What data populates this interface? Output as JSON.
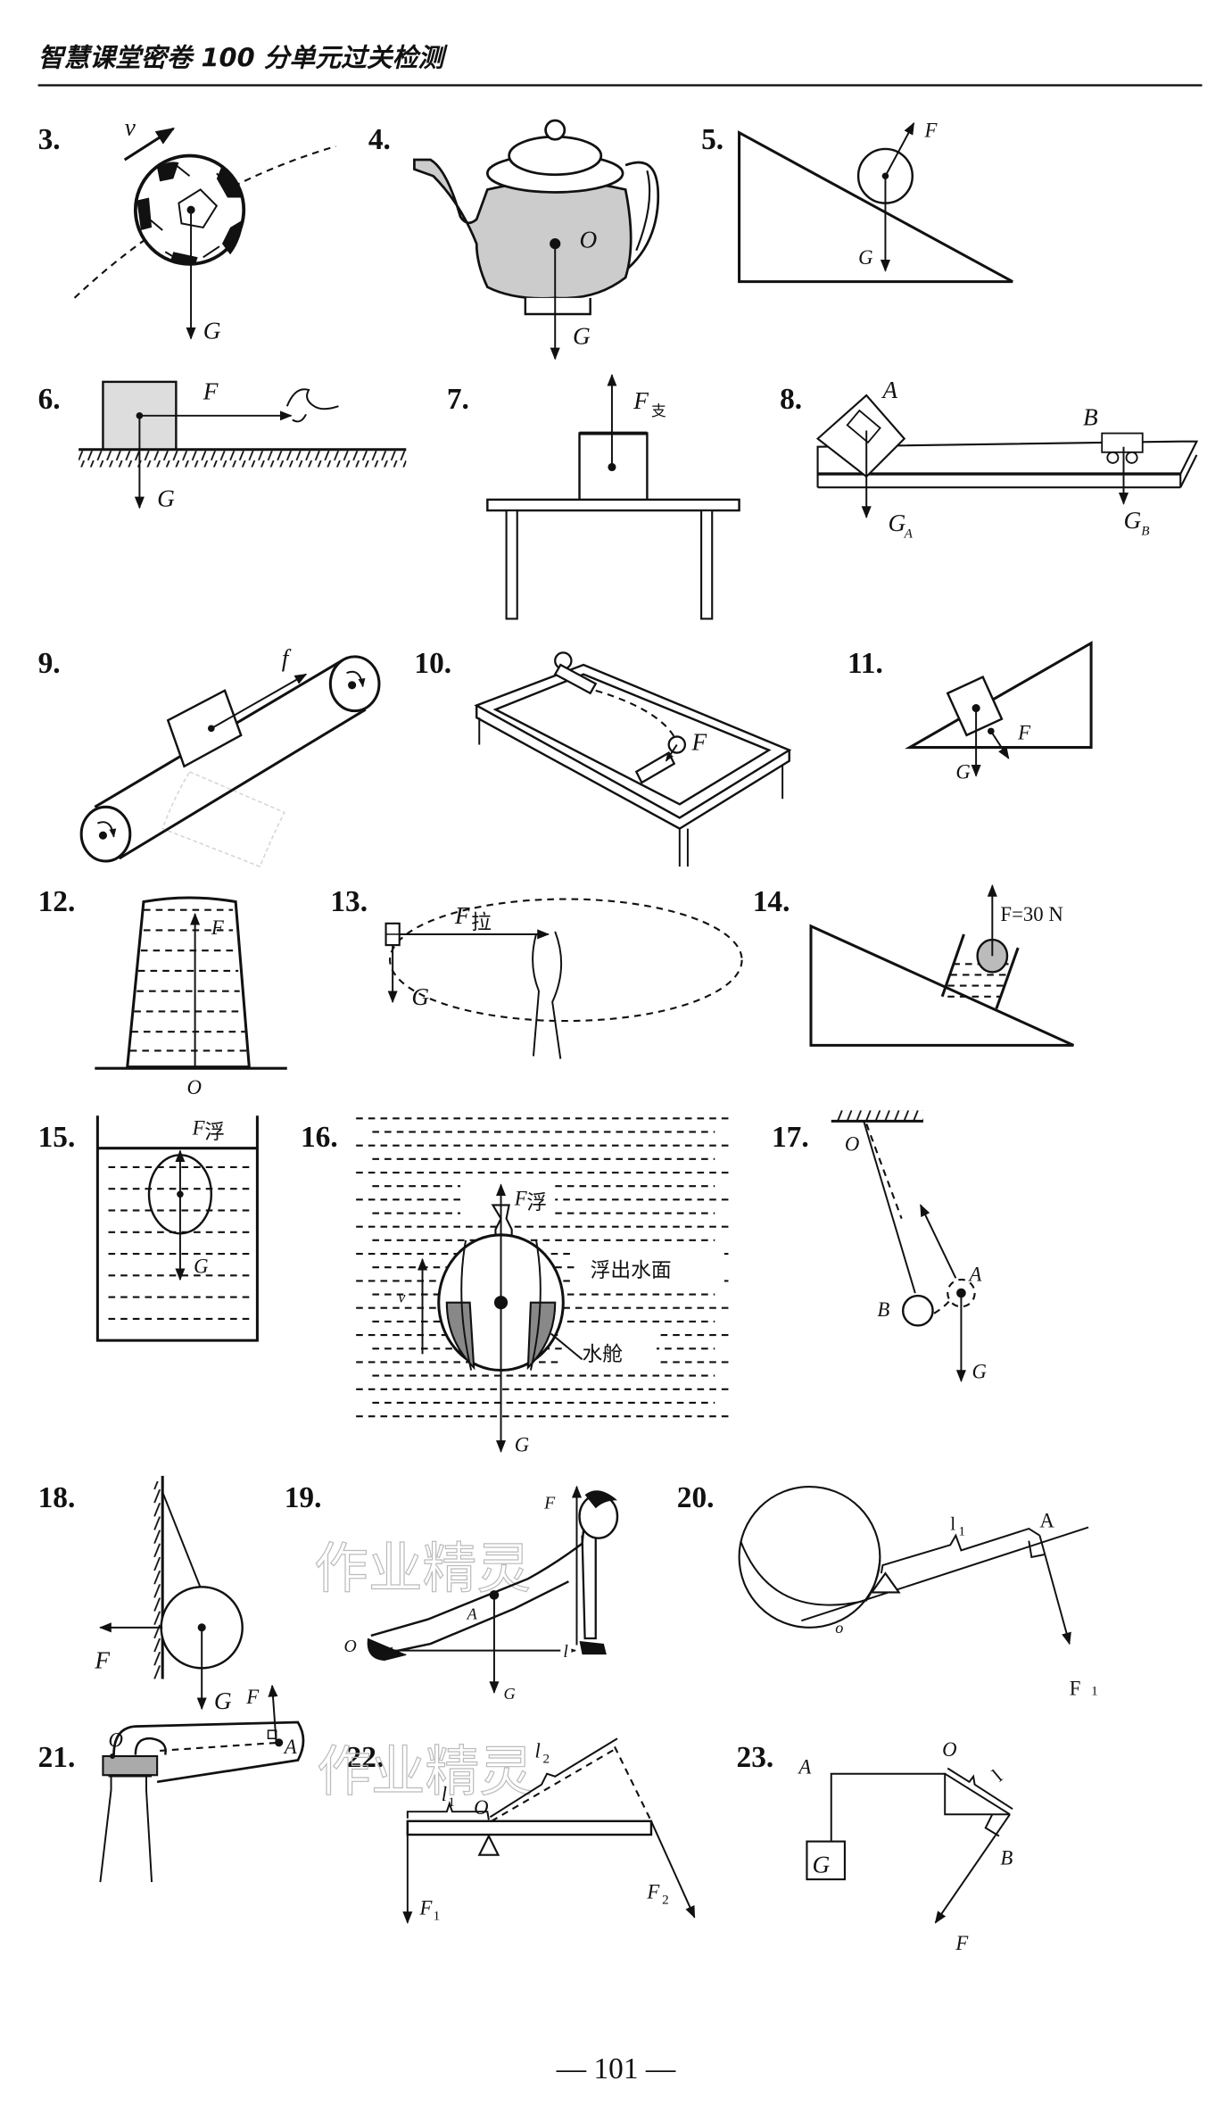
{
  "header": {
    "title": "智慧课堂密卷 100 分单元过关检测"
  },
  "footer": {
    "page_number": "— 101 —"
  },
  "watermark": "作业精灵",
  "problems": [
    {
      "number": "3.",
      "labels": {
        "velocity": "v",
        "gravity": "G"
      }
    },
    {
      "number": "4.",
      "labels": {
        "center": "O",
        "gravity": "G"
      }
    },
    {
      "number": "5.",
      "labels": {
        "force": "F",
        "gravity": "G"
      }
    },
    {
      "number": "6.",
      "labels": {
        "force": "F",
        "gravity": "G"
      }
    },
    {
      "number": "7.",
      "labels": {
        "force": "F",
        "force_sub": "支"
      }
    },
    {
      "number": "8.",
      "labels": {
        "point_a": "A",
        "point_b": "B",
        "ga": "G",
        "ga_sub": "A",
        "gb": "G",
        "gb_sub": "B"
      }
    },
    {
      "number": "9.",
      "labels": {
        "friction": "f"
      }
    },
    {
      "number": "10.",
      "labels": {
        "force": "F"
      }
    },
    {
      "number": "11.",
      "labels": {
        "force": "F",
        "gravity": "G"
      }
    },
    {
      "number": "12.",
      "labels": {
        "force": "F",
        "origin": "O"
      }
    },
    {
      "number": "13.",
      "labels": {
        "force": "F",
        "force_sub": "拉",
        "gravity": "G"
      }
    },
    {
      "number": "14.",
      "labels": {
        "force": "F=30 N"
      }
    },
    {
      "number": "15.",
      "labels": {
        "buoyancy": "F",
        "buoyancy_sub": "浮",
        "gravity": "G"
      }
    },
    {
      "number": "16.",
      "labels": {
        "buoyancy": "F",
        "buoyancy_sub": "浮",
        "velocity": "v",
        "gravity": "G",
        "surface_note": "浮出水面",
        "tank_note": "水舱"
      }
    },
    {
      "number": "17.",
      "labels": {
        "pivot": "O",
        "point_a": "A",
        "point_b": "B",
        "gravity": "G"
      }
    },
    {
      "number": "18.",
      "labels": {
        "force": "F",
        "gravity": "G"
      }
    },
    {
      "number": "19.",
      "labels": {
        "force": "F",
        "pivot": "O",
        "point_a": "A",
        "arm": "l",
        "gravity": "G"
      }
    },
    {
      "number": "20.",
      "labels": {
        "arm": "l",
        "arm_sub": "1",
        "point_a": "A",
        "pivot": "o",
        "force": "F",
        "force_sub": "1"
      }
    },
    {
      "number": "21.",
      "labels": {
        "force": "F",
        "pivot": "O",
        "point_a": "A"
      }
    },
    {
      "number": "22.",
      "labels": {
        "arm1": "l",
        "arm1_sub": "1",
        "arm2": "l",
        "arm2_sub": "2",
        "pivot": "O",
        "force1": "F",
        "force1_sub": "1",
        "force2": "F",
        "force2_sub": "2"
      }
    },
    {
      "number": "23.",
      "labels": {
        "point_a": "A",
        "pivot": "O",
        "arm": "l",
        "point_b": "B",
        "weight": "G",
        "force": "F"
      }
    }
  ]
}
